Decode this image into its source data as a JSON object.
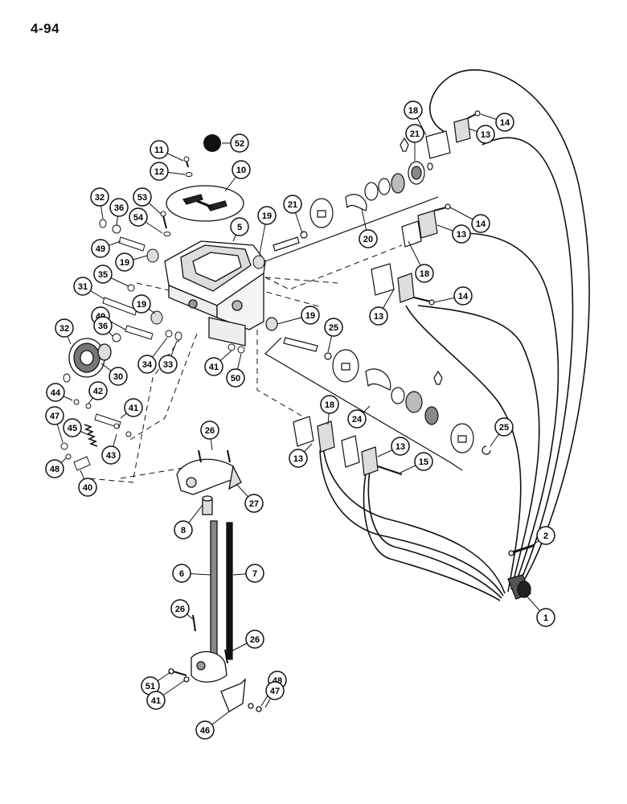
{
  "page_number": "4-94",
  "callouts": [
    {
      "id": "c52",
      "label": "52"
    },
    {
      "id": "c11",
      "label": "11"
    },
    {
      "id": "c12",
      "label": "12"
    },
    {
      "id": "c10",
      "label": "10"
    },
    {
      "id": "c32a",
      "label": "32"
    },
    {
      "id": "c36a",
      "label": "36"
    },
    {
      "id": "c53",
      "label": "53"
    },
    {
      "id": "c54",
      "label": "54"
    },
    {
      "id": "c49a",
      "label": "49"
    },
    {
      "id": "c19a",
      "label": "19"
    },
    {
      "id": "c5",
      "label": "5"
    },
    {
      "id": "c19b",
      "label": "19"
    },
    {
      "id": "c35",
      "label": "35"
    },
    {
      "id": "c31",
      "label": "31"
    },
    {
      "id": "c19c",
      "label": "19"
    },
    {
      "id": "c49b",
      "label": "49"
    },
    {
      "id": "c32b",
      "label": "32"
    },
    {
      "id": "c36b",
      "label": "36"
    },
    {
      "id": "c34",
      "label": "34"
    },
    {
      "id": "c33",
      "label": "33"
    },
    {
      "id": "c30",
      "label": "30"
    },
    {
      "id": "c41a",
      "label": "41"
    },
    {
      "id": "c50",
      "label": "50"
    },
    {
      "id": "c44",
      "label": "44"
    },
    {
      "id": "c42",
      "label": "42"
    },
    {
      "id": "c41b",
      "label": "41"
    },
    {
      "id": "c47a",
      "label": "47"
    },
    {
      "id": "c45",
      "label": "45"
    },
    {
      "id": "c43",
      "label": "43"
    },
    {
      "id": "c48a",
      "label": "48"
    },
    {
      "id": "c40",
      "label": "40"
    },
    {
      "id": "c18a",
      "label": "18"
    },
    {
      "id": "c14a",
      "label": "14"
    },
    {
      "id": "c13a",
      "label": "13"
    },
    {
      "id": "c21a",
      "label": "21"
    },
    {
      "id": "c21b",
      "label": "21"
    },
    {
      "id": "c14b",
      "label": "14"
    },
    {
      "id": "c13b",
      "label": "13"
    },
    {
      "id": "c20",
      "label": "20"
    },
    {
      "id": "c18b",
      "label": "18"
    },
    {
      "id": "c14c",
      "label": "14"
    },
    {
      "id": "c13c",
      "label": "13"
    },
    {
      "id": "c19d",
      "label": "19"
    },
    {
      "id": "c25a",
      "label": "25"
    },
    {
      "id": "c18c",
      "label": "18"
    },
    {
      "id": "c24",
      "label": "24"
    },
    {
      "id": "c13d",
      "label": "13"
    },
    {
      "id": "c13e",
      "label": "13"
    },
    {
      "id": "c15",
      "label": "15"
    },
    {
      "id": "c25b",
      "label": "25"
    },
    {
      "id": "c26a",
      "label": "26"
    },
    {
      "id": "c27",
      "label": "27"
    },
    {
      "id": "c8",
      "label": "8"
    },
    {
      "id": "c6",
      "label": "6"
    },
    {
      "id": "c7",
      "label": "7"
    },
    {
      "id": "c26b",
      "label": "26"
    },
    {
      "id": "c26c",
      "label": "26"
    },
    {
      "id": "c51",
      "label": "51"
    },
    {
      "id": "c41c",
      "label": "41"
    },
    {
      "id": "c48b",
      "label": "48"
    },
    {
      "id": "c47b",
      "label": "47"
    },
    {
      "id": "c46",
      "label": "46"
    },
    {
      "id": "c2",
      "label": "2"
    },
    {
      "id": "c1",
      "label": "1"
    }
  ]
}
